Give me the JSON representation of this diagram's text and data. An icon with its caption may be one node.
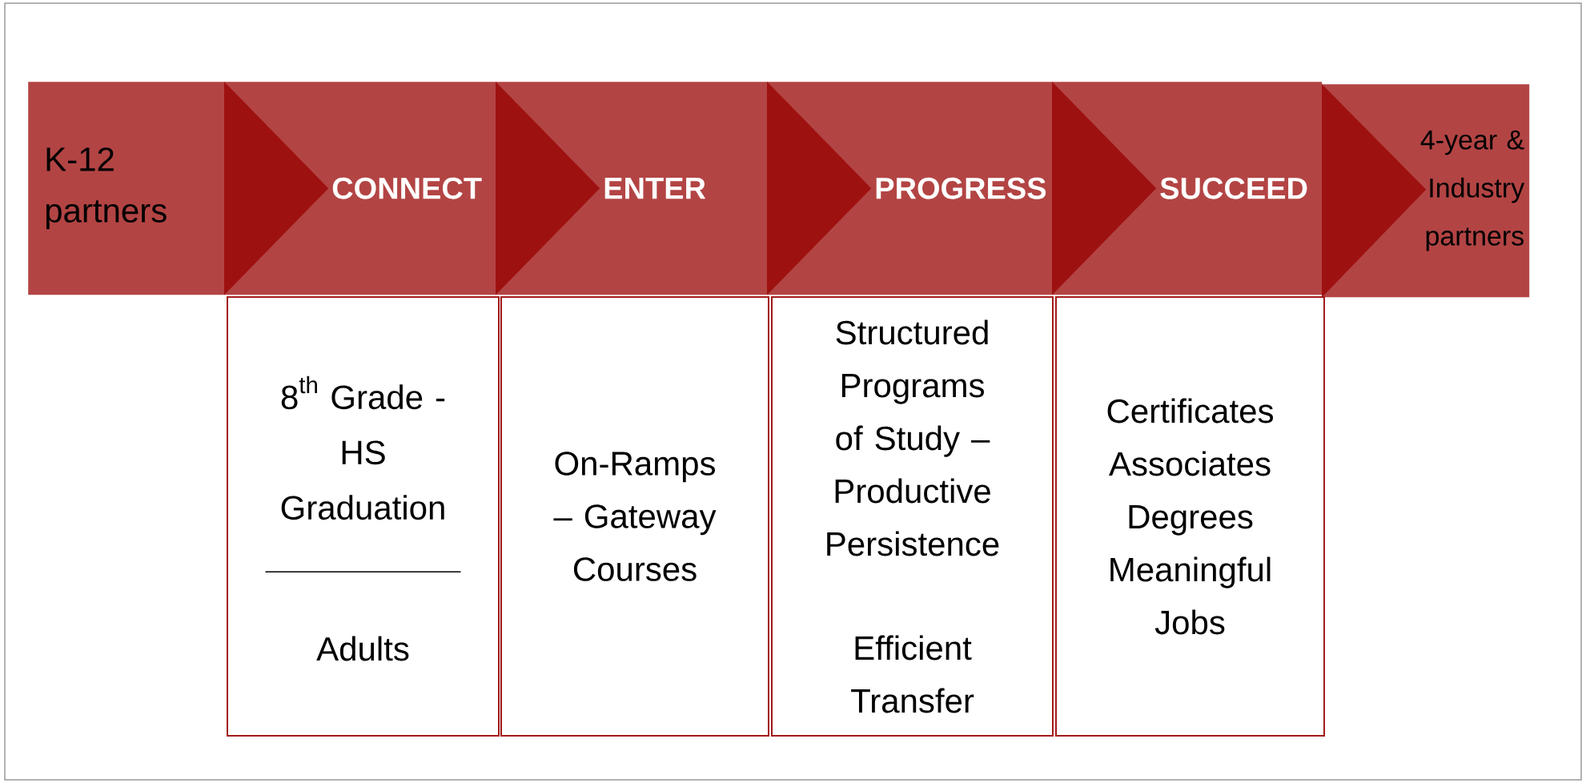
{
  "diagram": {
    "nodes": [
      {
        "text": [
          "K-12 partners"
        ]
      },
      {
        "text": [
          "CONNECT"
        ]
      },
      {
        "text": [
          "ENTER"
        ]
      },
      {
        "text": [
          "PROGRESS"
        ]
      },
      {
        "text": [
          "SUCCEED"
        ]
      },
      {
        "text": [
          "4-year & Industry partners"
        ]
      },
      {
        "text": [
          "\\begin{gathered}\\text{8}^{\\text{th}}\\text{ Grade -}\\\\ \\text{HS}\\\\ \\text{Graduation}\\end{gathered}",
          "Adults"
        ]
      },
      {
        "text": [
          "On-Ramps – Gateway Courses"
        ]
      },
      {
        "text": [
          "Structured Programs of Study – Productive Persistence",
          "Efficient Transfer"
        ]
      },
      {
        "text": [
          "Certificates Associates Degrees Meaningful Jobs"
        ]
      }
    ],
    "edges": [
      {
        "from": 0,
        "to": 1,
        "arrow": "to"
      },
      {
        "from": 1,
        "to": 2,
        "arrow": "to"
      },
      {
        "from": 2,
        "to": 3,
        "arrow": "to"
      },
      {
        "from": 3,
        "to": 4,
        "arrow": "to"
      },
      {
        "from": 4,
        "to": 5,
        "arrow": "to"
      }
    ]
  }
}
